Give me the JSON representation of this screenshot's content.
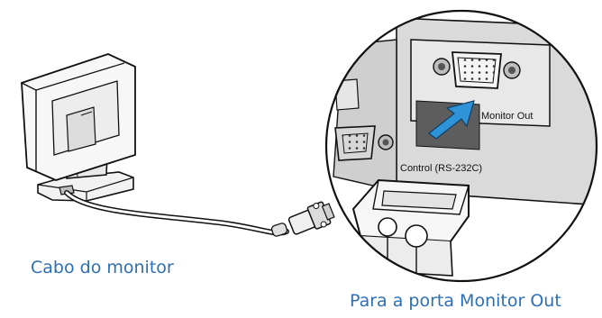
{
  "labels": {
    "cable_caption": "Cabo do monitor",
    "port_caption": "Para a porta Monitor Out",
    "monitor_out_port": "Monitor Out",
    "control_port": "Control (RS-232C)"
  },
  "colors": {
    "caption": "#2e6fb3",
    "panel": "#dadada",
    "arrow": "#2f93d8",
    "arrow_backdrop": "#5d5d5d"
  }
}
